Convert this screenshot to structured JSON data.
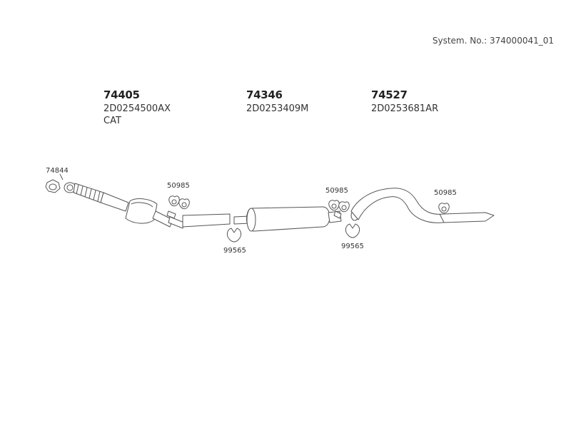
{
  "system_no": "System. No.: 374000041_01",
  "parts": [
    {
      "number": "74405",
      "oem": "2D0254500AX",
      "note": "CAT"
    },
    {
      "number": "74346",
      "oem": "2D0253409M"
    },
    {
      "number": "74527",
      "oem": "2D0253681AR"
    }
  ],
  "callouts": {
    "gasket": "74844",
    "mount_1": "50985",
    "mount_2": "50985",
    "mount_3": "50985",
    "clamp_1": "99565",
    "clamp_2": "99565"
  }
}
